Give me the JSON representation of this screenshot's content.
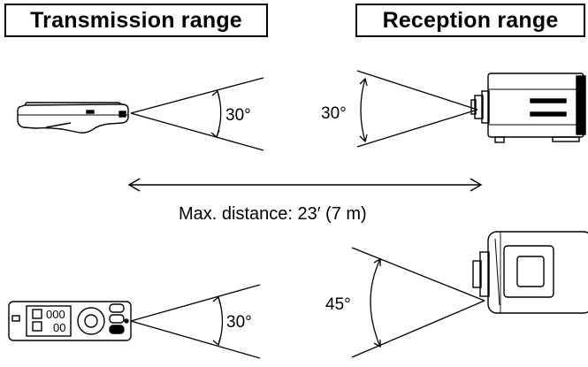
{
  "headers": {
    "transmission": "Transmission range",
    "reception": "Reception range"
  },
  "angles": {
    "tx_top": "30°",
    "rx_top": "30°",
    "tx_bottom": "30°",
    "rx_bottom": "45°"
  },
  "distance_label": "Max. distance: 23′ (7 m)",
  "remote_labels": {
    "row1": "000",
    "row2": "00"
  }
}
